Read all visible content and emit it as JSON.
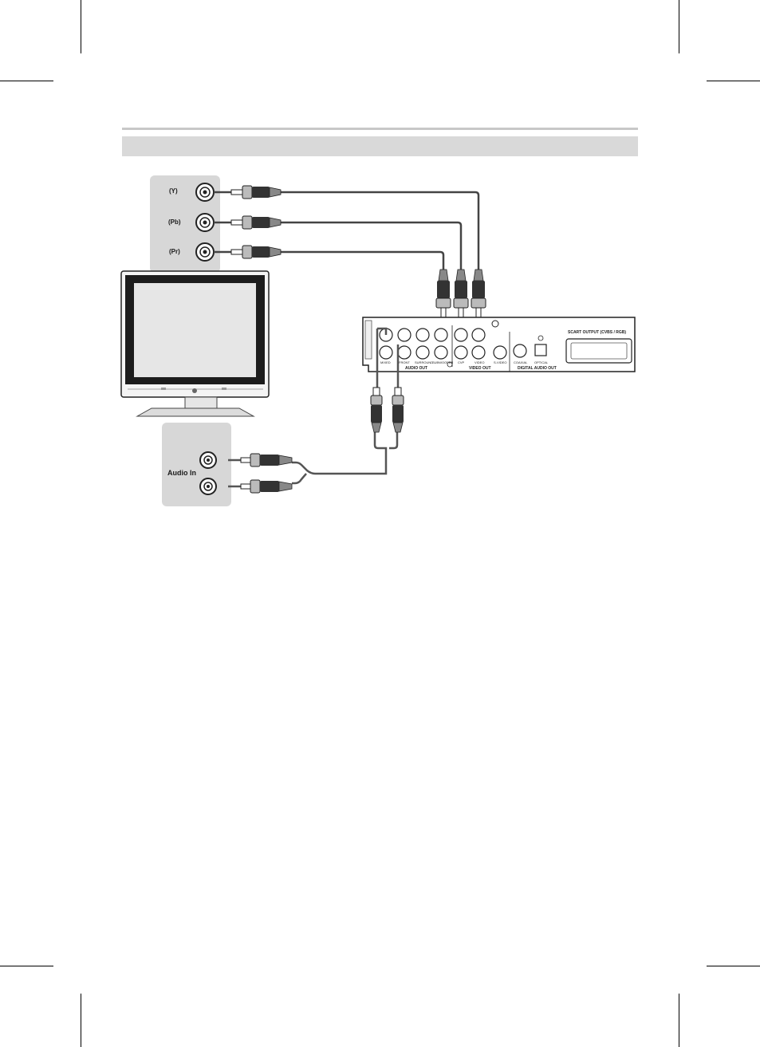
{
  "tv_inputs": {
    "y_label": "(Y)",
    "pb_label": "(Pb)",
    "pr_label": "(Pr)",
    "audio_in_label": "Audio In"
  },
  "player_panel": {
    "scart_label": "SCART OUTPUT (CVBS / RGB)",
    "audio_out_label": "AUDIO OUT",
    "video_out_label": "VIDEO OUT",
    "digital_audio_out_label": "DIGITAL AUDIO OUT",
    "jack_labels": {
      "mixed": "MIXED",
      "front": "FRONT",
      "surround": "SURROUND",
      "subwoofer": "SUBWOOFER",
      "cvp": "CVP",
      "video": "VIDEO",
      "svideo": "S-VIDEO",
      "coaxial": "COAXIAL",
      "optical": "OPTICAL"
    }
  },
  "colors": {
    "panel_gray": "#d7d7d7",
    "header_bar": "#d9d9d9",
    "cable": "#555555"
  }
}
